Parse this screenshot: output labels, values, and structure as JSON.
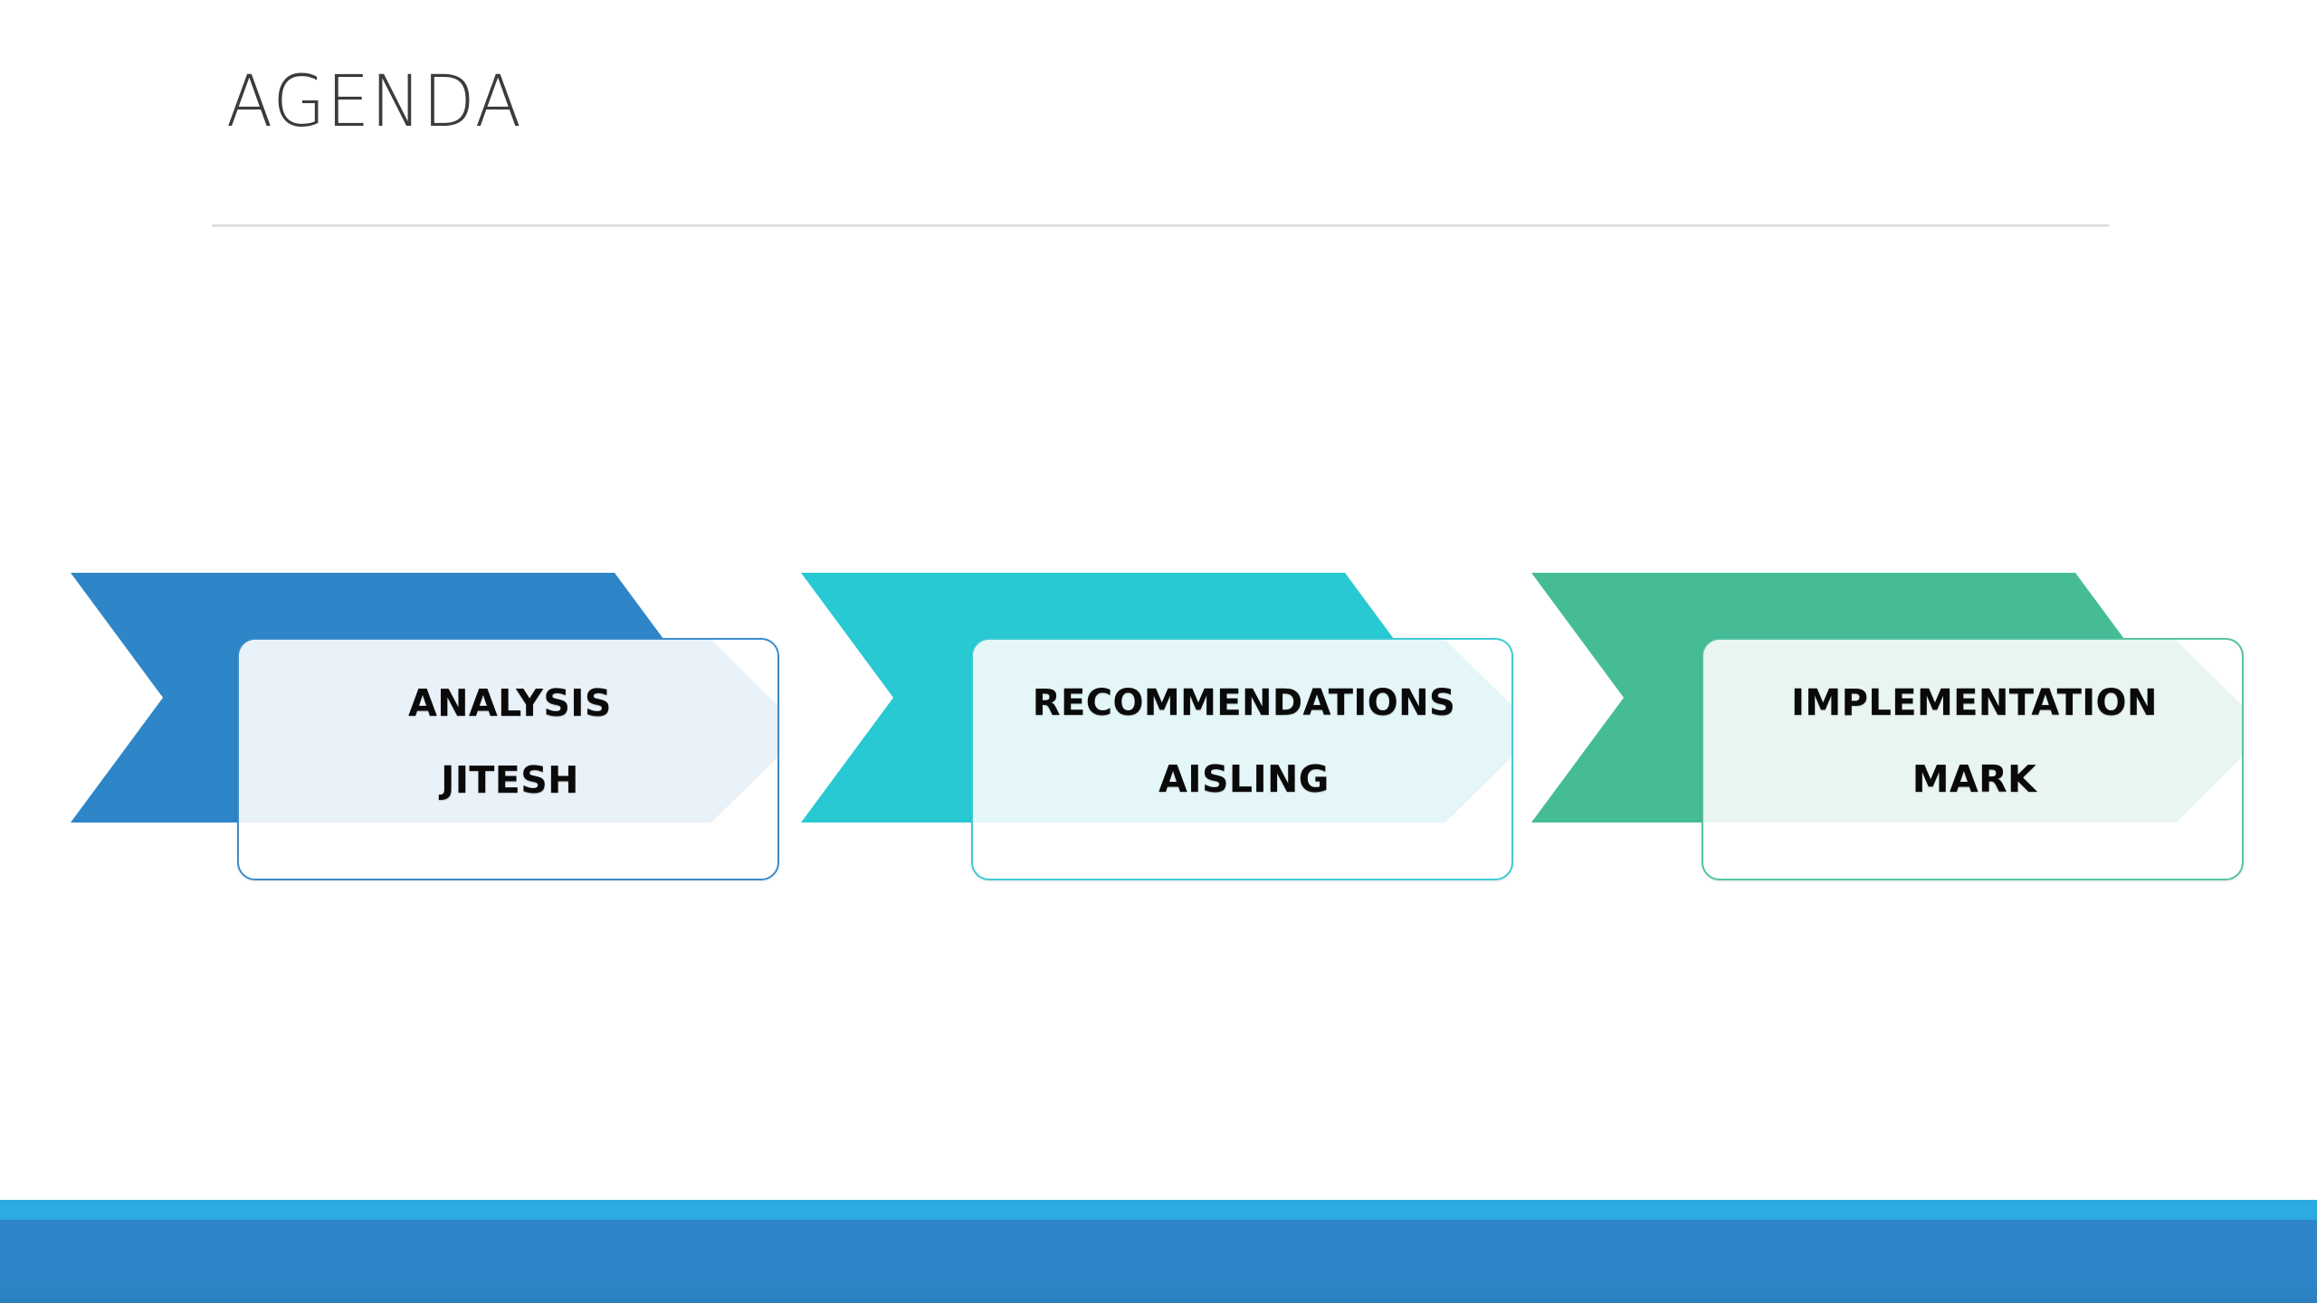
{
  "slide": {
    "title": "AGENDA",
    "background_color": "#FFFFFF",
    "title_color": "#3B3B3B",
    "divider_color": "#D8D8D8"
  },
  "agenda": {
    "items": [
      {
        "topic": "ANALYSIS",
        "presenter": "JITESH",
        "accent_color": "#2E86C8",
        "tint_color": "#E9F1F9",
        "border_color": "#3C8CCB"
      },
      {
        "topic": "RECOMMENDATIONS",
        "presenter": "AISLING",
        "accent_color": "#28C9D2",
        "tint_color": "#E4F6F8",
        "border_color": "#3FCBD4"
      },
      {
        "topic": "IMPLEMENTATION",
        "presenter": "MARK",
        "accent_color": "#45BC96",
        "tint_color": "#E9F5F1",
        "border_color": "#56C3A1"
      }
    ]
  },
  "footer": {
    "accent_color": "#2CAAE1",
    "bar_color": "#2E86C8"
  }
}
